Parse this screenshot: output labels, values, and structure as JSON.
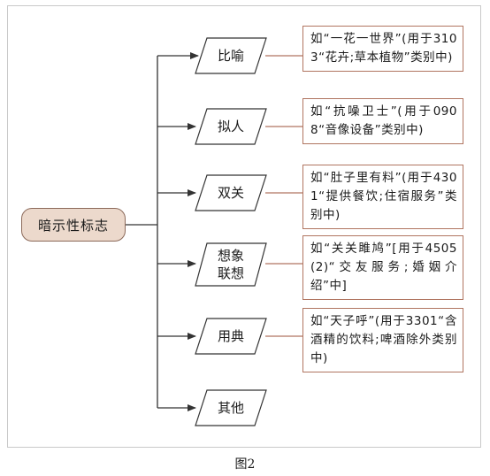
{
  "root": {
    "label": "暗示性标志"
  },
  "branches": [
    {
      "label_lines": [
        "比喻"
      ],
      "description": "如“一花一世界”(用于3103“花卉;草本植物”类别中)"
    },
    {
      "label_lines": [
        "拟人"
      ],
      "description": "如“抗噪卫士”(用于0908“音像设备”类别中)"
    },
    {
      "label_lines": [
        "双关"
      ],
      "description": "如“肚子里有料”(用于4301“提供餐饮;住宿服务”类别中)"
    },
    {
      "label_lines": [
        "想象",
        "联想"
      ],
      "description": "如“关关雎鸠”[用于4505(2)“交友服务;婚姻介绍”中]"
    },
    {
      "label_lines": [
        "用典"
      ],
      "description": "如“天子呼”(用于3301“含酒精的饮料;啤酒除外类别中)"
    },
    {
      "label_lines": [
        "其他"
      ],
      "description": ""
    }
  ],
  "caption": "图2",
  "colors": {
    "root_fill": "#ecd9cc",
    "root_border": "#8c6a5a",
    "connector": "#333333",
    "description_line": "#b07560",
    "description_border": "#b07560"
  }
}
